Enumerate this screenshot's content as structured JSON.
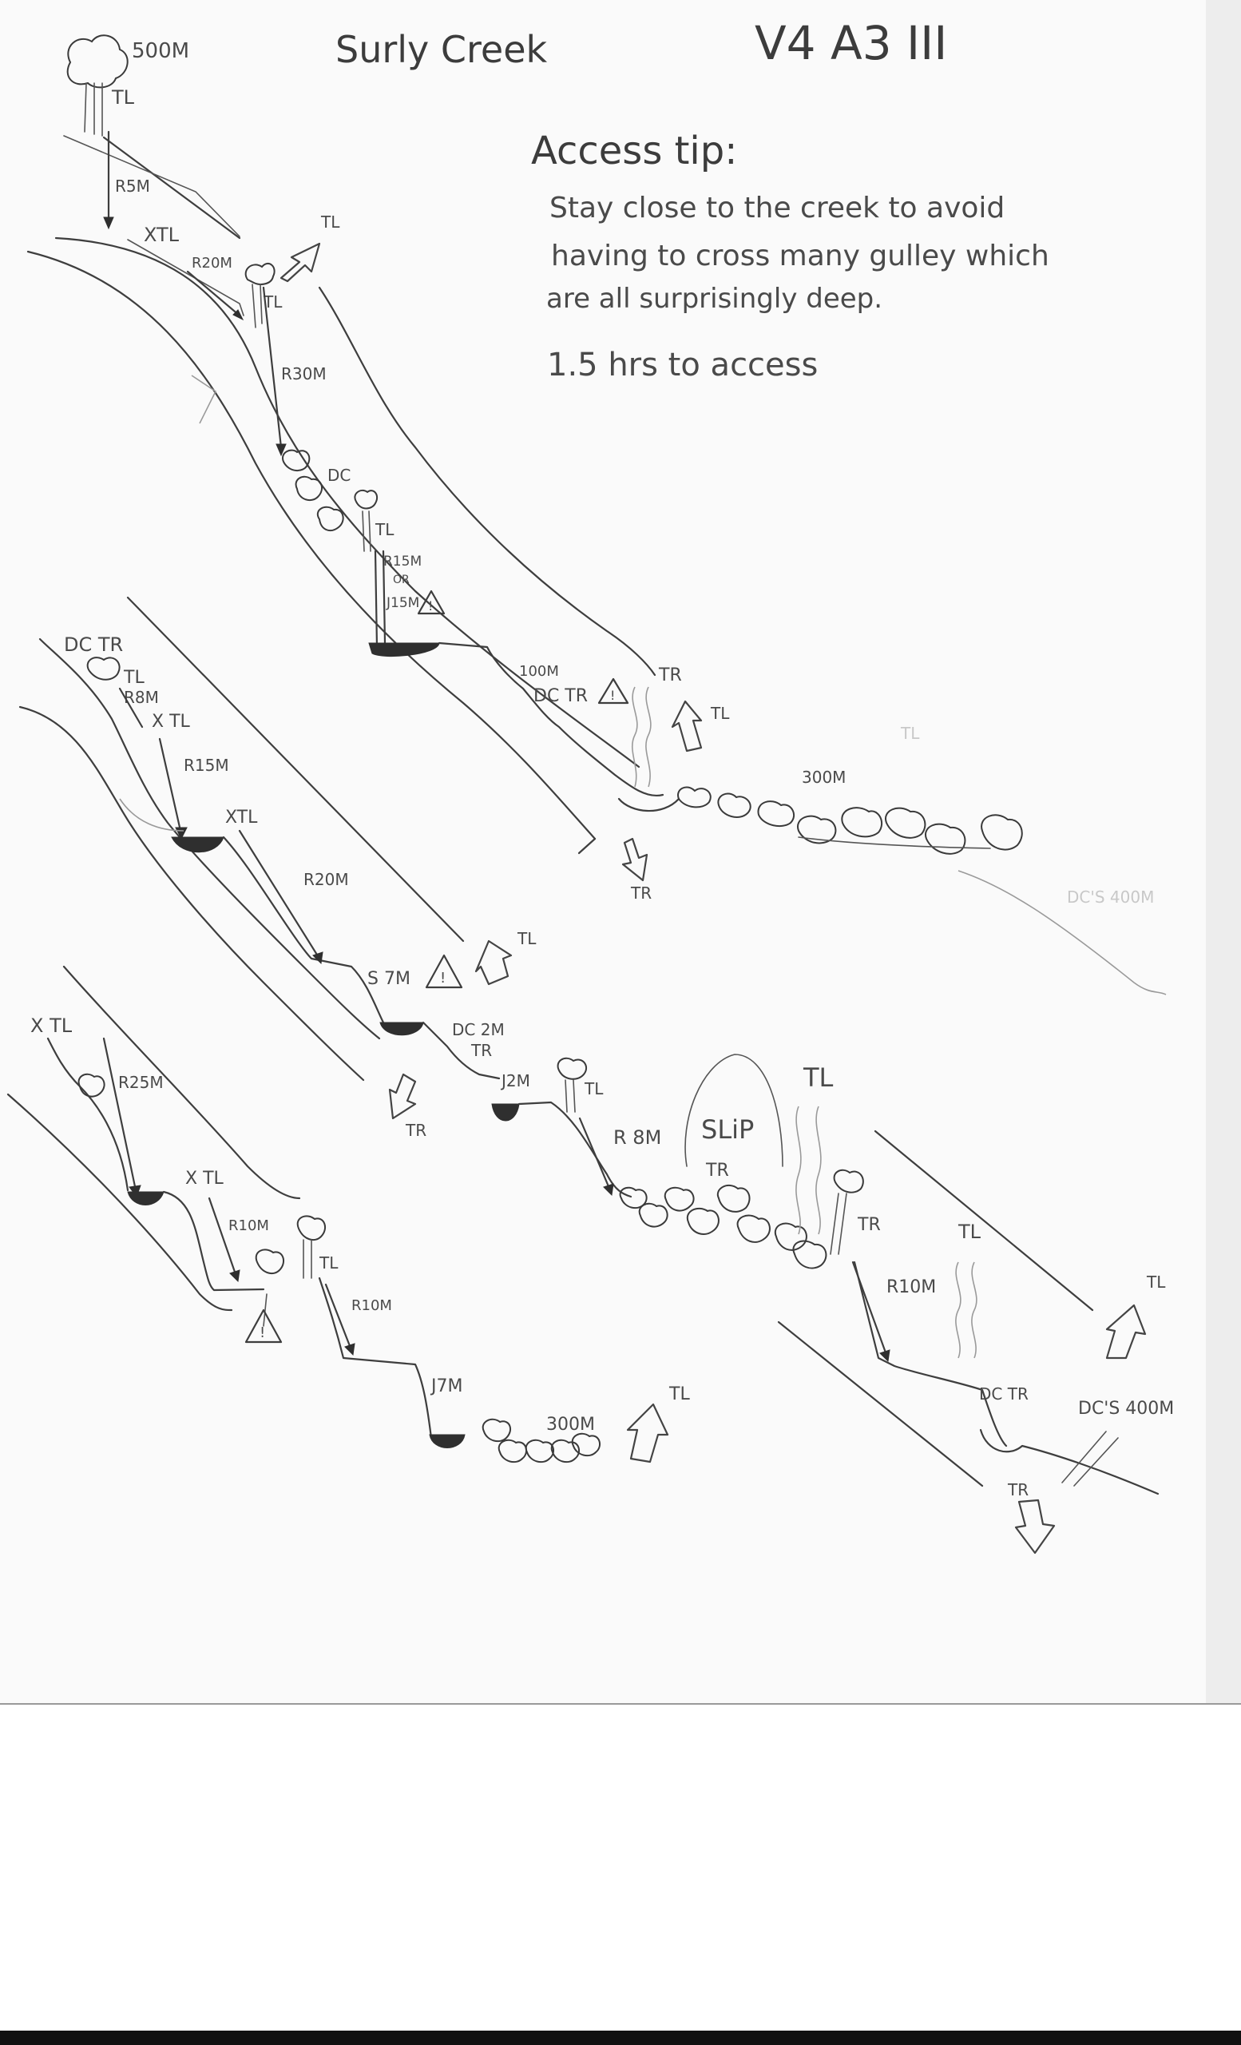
{
  "title": "Surly Creek",
  "grade": "V4 A3 III",
  "access": {
    "heading": "Access tip:",
    "line1": "Stay close to the creek to avoid",
    "line2": "having to cross many gulley which",
    "line3": "are all surprisingly deep.",
    "time": "1.5 hrs to access"
  },
  "labels": {
    "start_height": "500M",
    "tl_start": "TL",
    "r5": "R5M",
    "xtl_1": "XTL",
    "r20_top": "R20M",
    "tl_r20_top": "TL",
    "exit_tl_1": "TL",
    "r30": "R30M",
    "dc_1": "DC",
    "tl_r15_top": "TL",
    "r15_or": "R15M",
    "or": "OR",
    "j15": "J15M",
    "dc100": "100M",
    "dc_tr_1": "DC TR",
    "tr_1": "TR",
    "exit_tl_2": "TL",
    "exit_tr_1": "TR",
    "m300_1": "300M",
    "tl_faint": "TL",
    "dcs400_faint": "DC'S 400M",
    "dc_tr_2": "DC TR",
    "tl_2": "TL",
    "r8": "R8M",
    "xtl_2": "X TL",
    "r15_mid": "R15M",
    "xtl_3": "XTL",
    "r20_mid": "R20M",
    "s7": "S 7M",
    "exit_tl_3": "TL",
    "dc2": "DC 2M",
    "tr_2": "TR",
    "exit_tr_2": "TR",
    "j2": "J2M",
    "tl_j2": "TL",
    "r8_slip": "R 8M",
    "slip": "SLiP",
    "slip_tr": "TR",
    "tl_slip": "TL",
    "tr_3": "TR",
    "tl_r10_right": "TL",
    "r10_right": "R10M",
    "dc_tr_3": "DC TR",
    "dcs400": "DC'S 400M",
    "exit_tl_4": "TL",
    "exit_tr_3": "TR",
    "xtl_4": "X TL",
    "r25": "R25M",
    "xtl_5": "X TL",
    "r10_a": "R10M",
    "tl_r10_b": "TL",
    "r10_b": "R10M",
    "j7": "J7M",
    "m300_2": "300M",
    "exit_tl_5": "TL"
  }
}
